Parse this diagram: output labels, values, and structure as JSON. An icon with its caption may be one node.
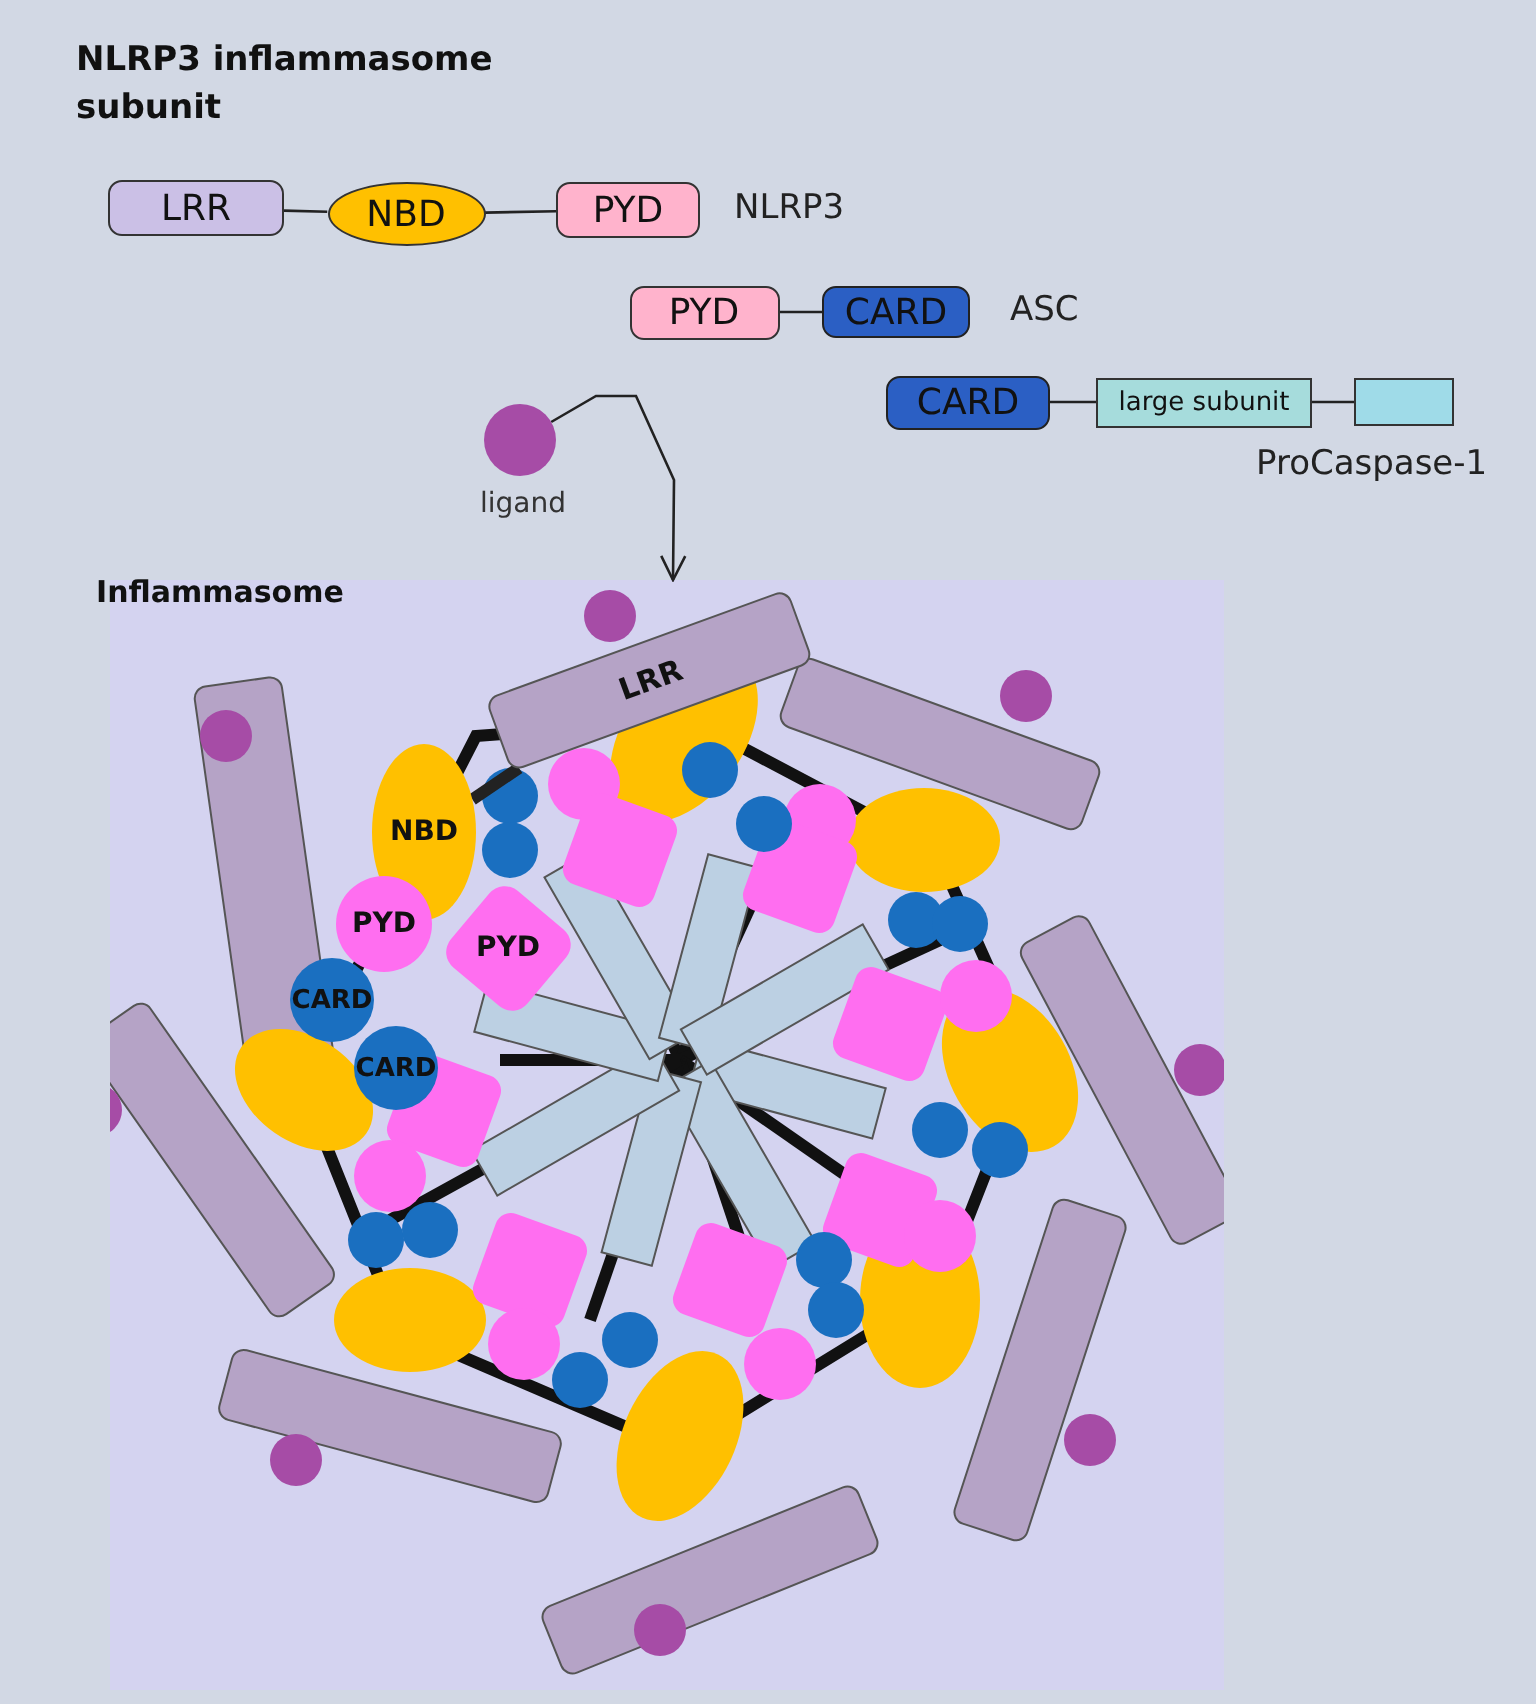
{
  "diagram": {
    "title": "NLRP3 inflammasome subunit",
    "nodes": [
      {
        "text": [
          "LRR"
        ]
      },
      {
        "text": [
          "NBD"
        ]
      },
      {
        "text": [
          "PYD"
        ]
      },
      {
        "text": [
          "PYD"
        ]
      },
      {
        "text": [
          "CARD"
        ]
      },
      {
        "text": [
          "CARD"
        ]
      },
      {
        "text": [
          "large subunit"
        ]
      },
      {
        "text": [],
        "shape": "box"
      },
      {
        "text": [],
        "shape": "circle",
        "beside": [
          "ligand"
        ]
      },
      {
        "text": [
          "Inflammasome"
        ]
      },
      {
        "text": [
          "LRR"
        ],
        "in": 9
      },
      {
        "text": [
          "NBD"
        ],
        "in": 9
      },
      {
        "text": [
          "PYD"
        ],
        "in": 9
      },
      {
        "text": [
          "PYD"
        ],
        "in": 9
      },
      {
        "text": [
          "CARD"
        ],
        "in": 9
      },
      {
        "text": [
          "CARD"
        ],
        "in": 9
      }
    ],
    "edges": [
      {
        "from": 0,
        "to": 1,
        "arrow": "none"
      },
      {
        "from": 1,
        "to": 2,
        "arrow": "none"
      },
      {
        "from": 3,
        "to": 4,
        "arrow": "none"
      },
      {
        "from": 5,
        "to": 6,
        "arrow": "none"
      },
      {
        "from": 6,
        "to": 7,
        "arrow": "none"
      },
      {
        "from": 8,
        "to": 9,
        "arrow": "to"
      },
      {
        "from": 10,
        "to": 11,
        "arrow": "none",
        "style": "thick"
      }
    ],
    "labels": [
      "NLRP3",
      "ASC",
      "ProCaspase-1"
    ]
  }
}
